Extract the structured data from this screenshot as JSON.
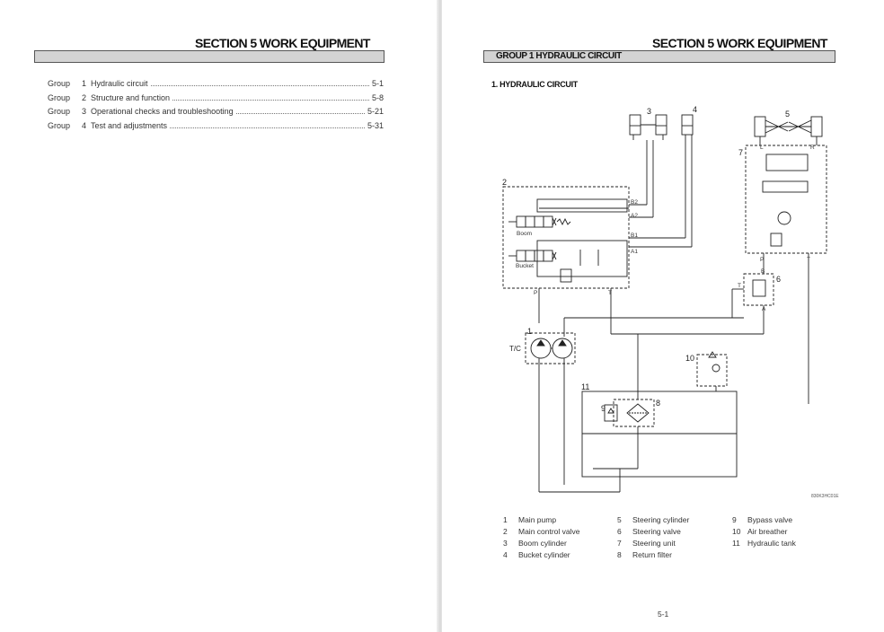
{
  "left_page": {
    "section_title": "SECTION  5  WORK EQUIPMENT",
    "toc": [
      {
        "group": "Group",
        "num": "1",
        "title": "Hydraulic circuit",
        "page": "5-1"
      },
      {
        "group": "Group",
        "num": "2",
        "title": "Structure and function",
        "page": "5-8"
      },
      {
        "group": "Group",
        "num": "3",
        "title": "Operational checks and troubleshooting",
        "page": "5-21"
      },
      {
        "group": "Group",
        "num": "4",
        "title": "Test and adjustments",
        "page": "5-31"
      }
    ]
  },
  "right_page": {
    "section_title": "SECTION  5  WORK EQUIPMENT",
    "group_title": "GROUP 1 HYDRAULIC CIRCUIT",
    "sub_title": "1. HYDRAULIC CIRCUIT",
    "diagram": {
      "labels": {
        "n1": "1",
        "n2": "2",
        "n3": "3",
        "n4": "4",
        "n5": "5",
        "n6": "6",
        "n7": "7",
        "n8": "8",
        "n9": "9",
        "n10": "10",
        "n11": "11",
        "boom": "Boom",
        "bucket": "Bucket",
        "tc": "T/C",
        "b2": "B2",
        "a2": "A2",
        "b1": "B1",
        "a1": "A1",
        "p_valve": "P",
        "t_valve": "T",
        "l": "L",
        "r": "R",
        "p_unit": "P",
        "t_unit": "T",
        "b": "B",
        "a": "A",
        "t_steer": "T",
        "code": "830K3HC01E"
      }
    },
    "legend": [
      [
        {
          "num": "1",
          "text": "Main pump"
        },
        {
          "num": "2",
          "text": "Main control valve"
        },
        {
          "num": "3",
          "text": "Boom cylinder"
        },
        {
          "num": "4",
          "text": "Bucket cylinder"
        }
      ],
      [
        {
          "num": "5",
          "text": "Steering cylinder"
        },
        {
          "num": "6",
          "text": "Steering valve"
        },
        {
          "num": "7",
          "text": "Steering unit"
        },
        {
          "num": "8",
          "text": "Return filter"
        }
      ],
      [
        {
          "num": "9",
          "text": "Bypass valve"
        },
        {
          "num": "10",
          "text": "Air breather"
        },
        {
          "num": "11",
          "text": "Hydraulic tank"
        }
      ]
    ],
    "page_number": "5-1"
  }
}
